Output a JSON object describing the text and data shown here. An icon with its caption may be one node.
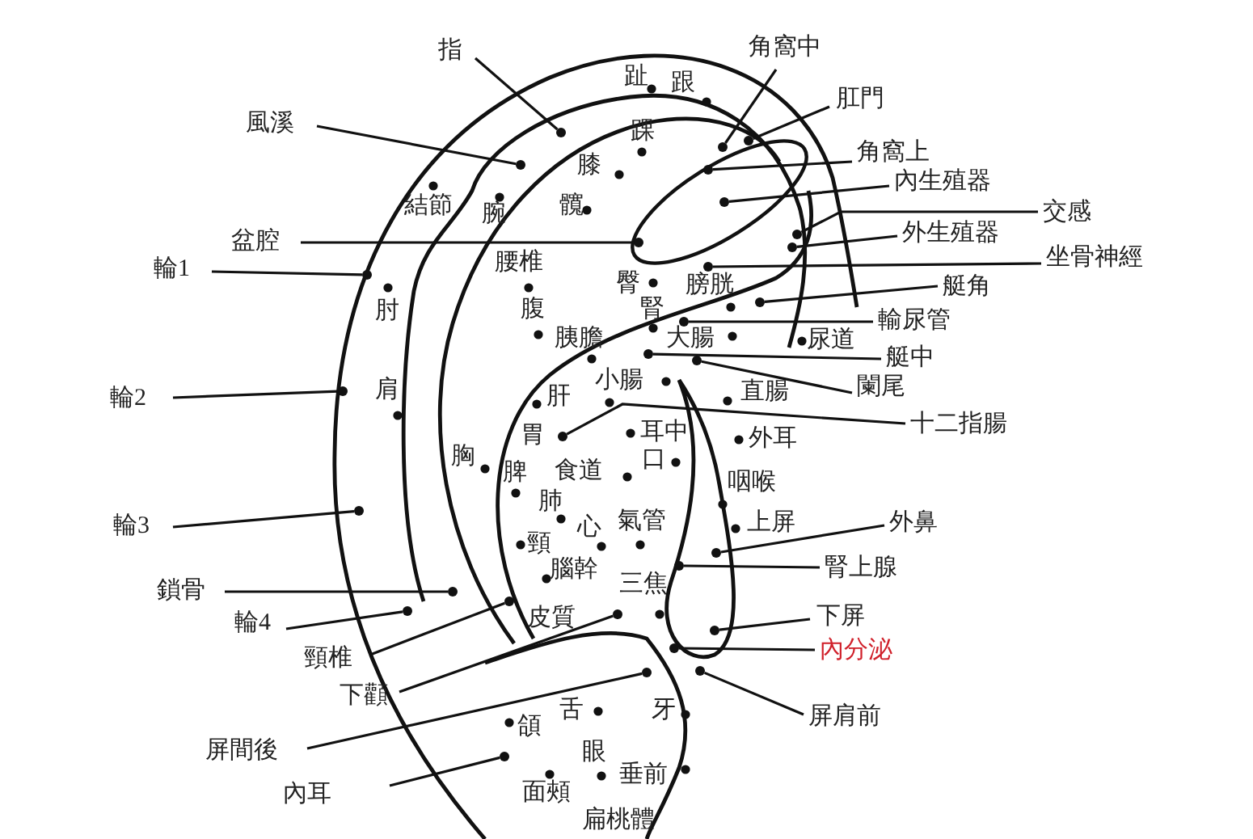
{
  "diagram": {
    "nodes": [
      {
        "text": [
          "指"
        ]
      },
      {
        "text": [
          "角窩中"
        ]
      },
      {
        "text": [
          "肛門"
        ]
      },
      {
        "text": [
          "風溪"
        ]
      },
      {
        "text": [
          "角窩上"
        ]
      },
      {
        "text": [
          "內生殖器"
        ]
      },
      {
        "text": [
          "交感"
        ]
      },
      {
        "text": [
          "外生殖器"
        ]
      },
      {
        "text": [
          "盆腔"
        ]
      },
      {
        "text": [
          "坐骨神經"
        ]
      },
      {
        "text": [
          "輪1"
        ]
      },
      {
        "text": [
          "艇角"
        ]
      },
      {
        "text": [
          "輸尿管"
        ]
      },
      {
        "text": [
          "艇中"
        ]
      },
      {
        "text": [
          "闌尾"
        ]
      },
      {
        "text": [
          "輪2"
        ]
      },
      {
        "text": [
          "十二指腸"
        ]
      },
      {
        "text": [
          "外鼻"
        ]
      },
      {
        "text": [
          "輪3"
        ]
      },
      {
        "text": [
          "腎上腺"
        ]
      },
      {
        "text": [
          "鎖骨"
        ]
      },
      {
        "text": [
          "下屏"
        ]
      },
      {
        "text": [
          "輪4"
        ]
      },
      {
        "text": [
          "內分泌"
        ]
      },
      {
        "text": [
          "頸椎"
        ]
      },
      {
        "text": [
          "下顴"
        ]
      },
      {
        "text": [
          "屏肩前"
        ]
      },
      {
        "text": [
          "屏間後"
        ]
      },
      {
        "text": [
          "內耳"
        ]
      },
      {
        "text": [],
        "shape": "circle"
      },
      {
        "text": [],
        "shape": "circle"
      },
      {
        "text": [],
        "shape": "circle"
      },
      {
        "text": [],
        "shape": "circle"
      },
      {
        "text": [],
        "shape": "circle"
      },
      {
        "text": [],
        "shape": "circle"
      },
      {
        "text": [],
        "shape": "circle"
      },
      {
        "text": [],
        "shape": "circle"
      },
      {
        "text": [],
        "shape": "circle"
      },
      {
        "text": [],
        "shape": "circle"
      },
      {
        "text": [],
        "shape": "circle"
      },
      {
        "text": [],
        "shape": "circle"
      },
      {
        "text": [],
        "shape": "circle"
      },
      {
        "text": [],
        "shape": "circle"
      },
      {
        "text": [],
        "shape": "circle"
      },
      {
        "text": [],
        "shape": "circle"
      },
      {
        "text": [],
        "shape": "circle"
      },
      {
        "text": [],
        "shape": "circle"
      },
      {
        "text": [],
        "shape": "circle"
      },
      {
        "text": [],
        "shape": "circle"
      },
      {
        "text": [],
        "shape": "circle"
      },
      {
        "text": [],
        "shape": "circle"
      },
      {
        "text": [],
        "shape": "circle"
      },
      {
        "text": [],
        "shape": "circle"
      },
      {
        "text": [],
        "shape": "circle"
      },
      {
        "text": [],
        "shape": "circle"
      },
      {
        "text": [],
        "shape": "circle"
      },
      {
        "text": [],
        "shape": "circle"
      },
      {
        "text": [],
        "shape": "circle"
      }
    ],
    "edges": [
      {
        "from": 0,
        "to": 29,
        "arrow": "none"
      },
      {
        "from": 1,
        "to": 30,
        "arrow": "none"
      },
      {
        "from": 2,
        "to": 31,
        "arrow": "none"
      },
      {
        "from": 3,
        "to": 32,
        "arrow": "none"
      },
      {
        "from": 4,
        "to": 33,
        "arrow": "none"
      },
      {
        "from": 5,
        "to": 34,
        "arrow": "none"
      },
      {
        "from": 6,
        "to": 35,
        "arrow": "none"
      },
      {
        "from": 7,
        "to": 36,
        "arrow": "none"
      },
      {
        "from": 8,
        "to": 37,
        "arrow": "none"
      },
      {
        "from": 9,
        "to": 38,
        "arrow": "none"
      },
      {
        "from": 10,
        "to": 39,
        "arrow": "none"
      },
      {
        "from": 11,
        "to": 40,
        "arrow": "none"
      },
      {
        "from": 12,
        "to": 41,
        "arrow": "none"
      },
      {
        "from": 13,
        "to": 42,
        "arrow": "none"
      },
      {
        "from": 14,
        "to": 43,
        "arrow": "none"
      },
      {
        "from": 15,
        "to": 44,
        "arrow": "none"
      },
      {
        "from": 16,
        "to": 45,
        "arrow": "none"
      },
      {
        "from": 17,
        "to": 46,
        "arrow": "none"
      },
      {
        "from": 18,
        "to": 47,
        "arrow": "none"
      },
      {
        "from": 19,
        "to": 48,
        "arrow": "none"
      },
      {
        "from": 20,
        "to": 49,
        "arrow": "none"
      },
      {
        "from": 21,
        "to": 50,
        "arrow": "none"
      },
      {
        "from": 22,
        "to": 51,
        "arrow": "none"
      },
      {
        "from": 23,
        "to": 52,
        "arrow": "none"
      },
      {
        "from": 24,
        "to": 53,
        "arrow": "none"
      },
      {
        "from": 25,
        "to": 54,
        "arrow": "none"
      },
      {
        "from": 26,
        "to": 55,
        "arrow": "none"
      },
      {
        "from": 27,
        "to": 56,
        "arrow": "none"
      },
      {
        "from": 28,
        "to": 57,
        "arrow": "none"
      }
    ],
    "labels": [
      "趾",
      "跟",
      "踝",
      "膝",
      "結節",
      "腕",
      "髖",
      "腰椎",
      "臀",
      "膀胱",
      "肘",
      "腹",
      "腎",
      "胰膽",
      "大腸",
      "尿道",
      "肩",
      "肝",
      "小腸",
      "直腸",
      "胃",
      "耳中",
      "外耳",
      "胸",
      "脾",
      "食道",
      "口",
      "咽喉",
      "肺",
      "心",
      "氣管",
      "上屏",
      "頸",
      "腦幹",
      "三焦",
      "皮質",
      "頜",
      "舌",
      "牙",
      "眼",
      "垂前",
      "面頰",
      "扁桃體"
    ]
  }
}
